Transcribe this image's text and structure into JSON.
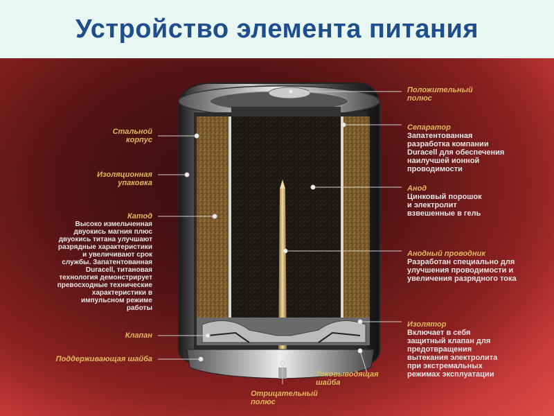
{
  "title": "Устройство элемента питания",
  "labels": {
    "positive_pole": {
      "head": "Положительный\nполюс"
    },
    "separator": {
      "head": "Сепаратор",
      "body": "Запатентованная\nразработка компании\nDuracell для обеспечения\nнаилучшей ионной\nпроводимости"
    },
    "anode": {
      "head": "Анод",
      "body": "Цинковый порошок\nи электролит\nвзвешенные в гель"
    },
    "anode_conductor": {
      "head": "Анодный проводник",
      "body": "Разработан специально для\nулучшения проводимости и\nувеличения разрядного тока"
    },
    "insulator": {
      "head": "Изолятор",
      "body": "Включает в себя\nзащитный клапан для\nпредотвращения\nвытекания электролита\nпри экстремальных\nрежимах эксплуатации"
    },
    "steel_case": {
      "head": "Стальной\nкорпус"
    },
    "insulating_wrap": {
      "head": "Изоляционная\nупаковка"
    },
    "cathode": {
      "head": "Катод",
      "body": "Высоко измельченная\nдвуокись магния плюс\nдвуокись титана улучшают\nразрядные характеристики\nи увеличивают срок\nслужбы. Запатентованная\nDuracell, титановая\nтехнология демонстрирует\nпревосходные технические\nхарактеристики в\nимпульсном режиме\nработы"
    },
    "valve": {
      "head": "Клапан"
    },
    "support_washer": {
      "head": "Поддерживающая шайба"
    },
    "current_washer": {
      "head": "Токовыводящая\nшайба"
    },
    "negative_pole": {
      "head": "Отрицательный\nполюс"
    }
  },
  "colors": {
    "title": "#1f4e8c",
    "label_head": "#e0b85a",
    "label_body": "#e6e6e6"
  }
}
